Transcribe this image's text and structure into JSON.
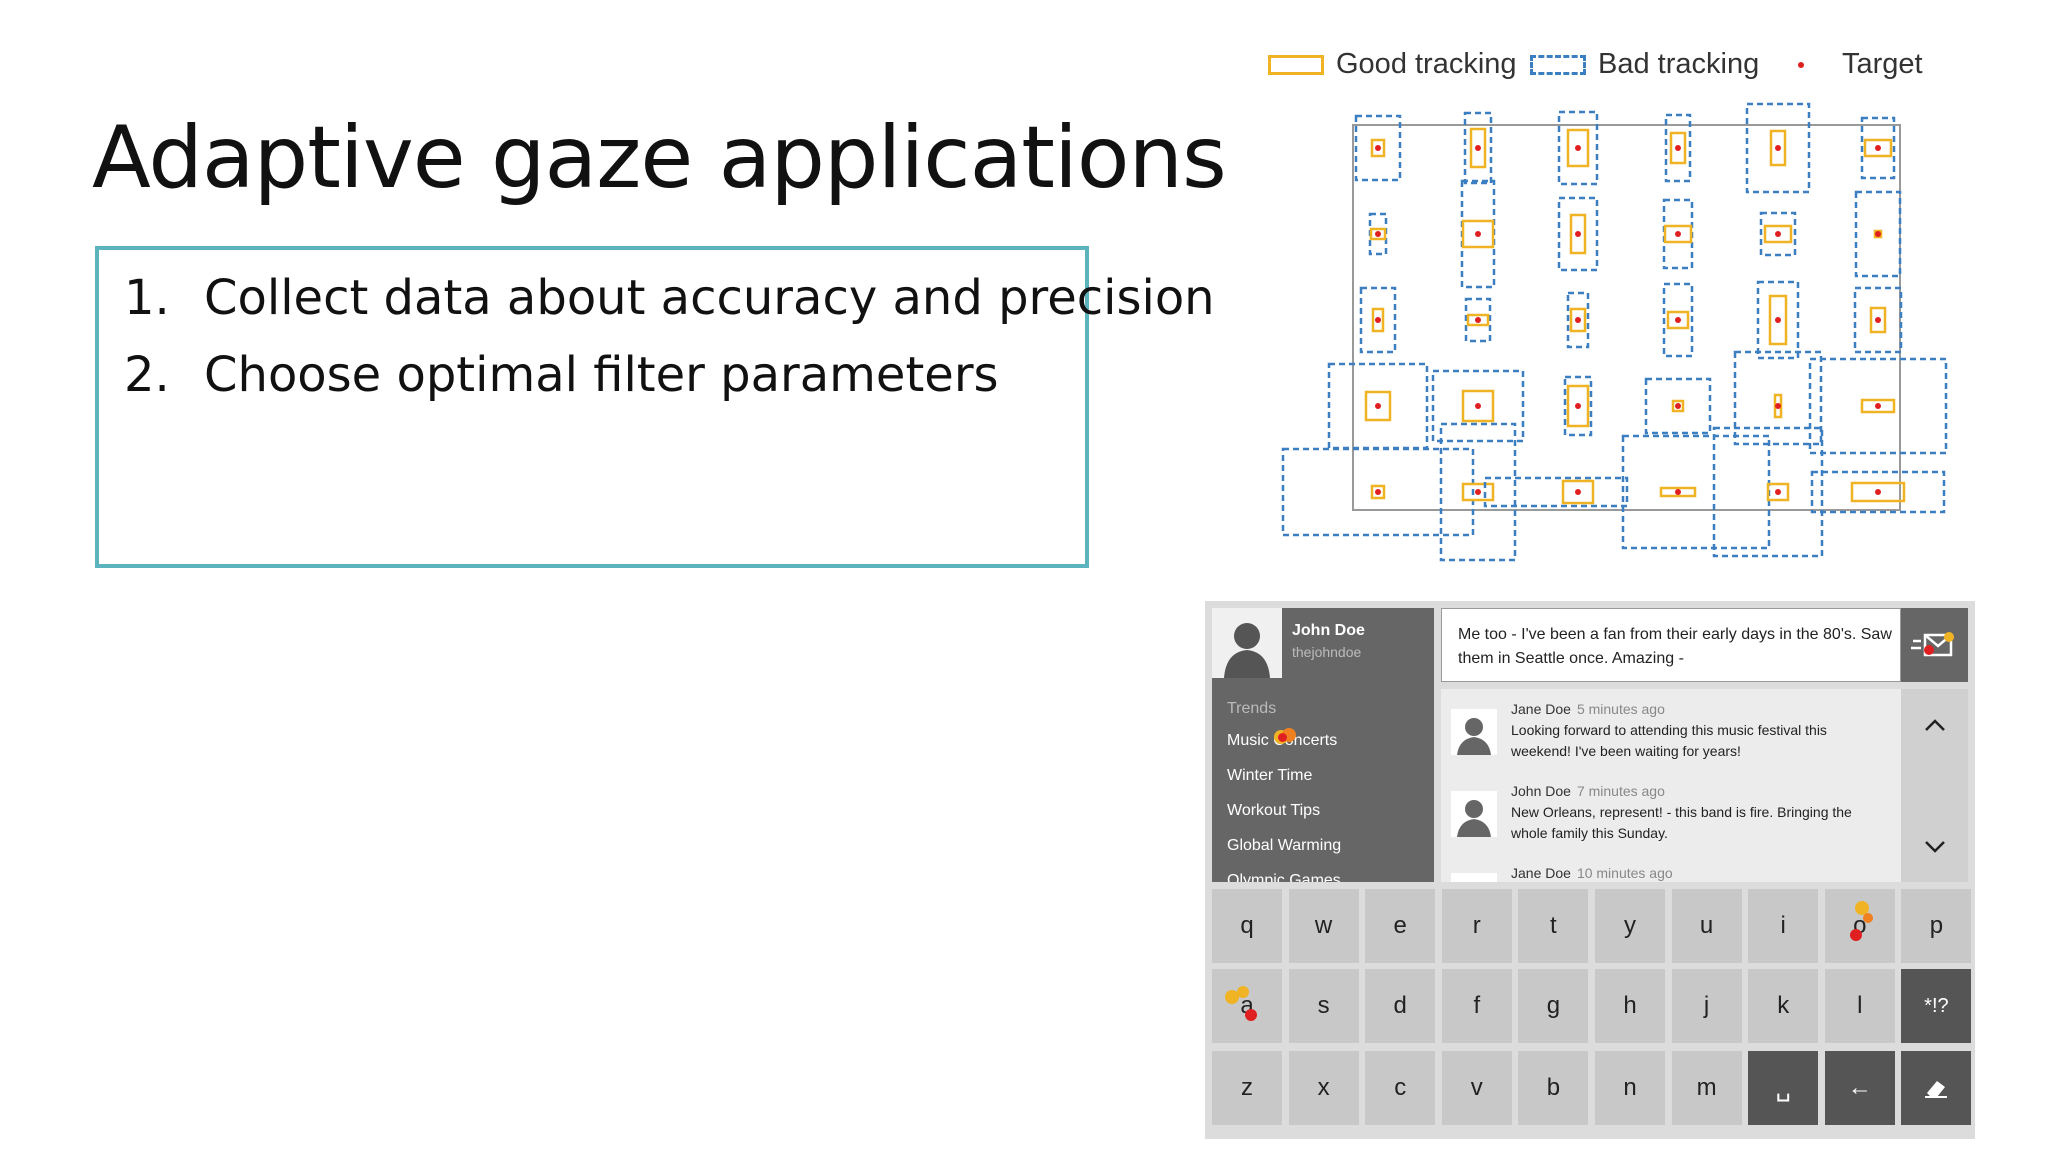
{
  "slide": {
    "title": "Adaptive gaze applications",
    "bullets": [
      {
        "num": "1.",
        "text": "Collect data about accuracy and precision"
      },
      {
        "num": "2.",
        "text": "Choose optimal filter parameters"
      }
    ]
  },
  "tracking_figure": {
    "legend": {
      "good": "Good tracking",
      "bad": "Bad tracking",
      "target": "Target"
    },
    "colors": {
      "good": "#f0b323",
      "bad": "#3c7fc1",
      "target": "#e02020",
      "frame": "#999999"
    }
  },
  "device_ui": {
    "profile": {
      "name": "John Doe",
      "handle": "thejohndoe"
    },
    "trends_label": "Trends",
    "trends": [
      "Music Concerts",
      "Winter Time",
      "Workout Tips",
      "Global Warming",
      "Olympic Games"
    ],
    "compose_text": "Me too - I've been a fan from their early days in the 80's. Saw them in Seattle once. Amazing -",
    "posts": [
      {
        "author": "Jane Doe",
        "time": "5 minutes ago",
        "text": "Looking forward to attending this music festival this weekend! I've been waiting for years!"
      },
      {
        "author": "John Doe",
        "time": "7 minutes ago",
        "text": "New Orleans, represent! - this band is fire. Bringing the whole family this Sunday."
      },
      {
        "author": "Jane Doe",
        "time": "10 minutes ago",
        "text": ""
      }
    ],
    "keyboard": {
      "row1": [
        "q",
        "w",
        "e",
        "r",
        "t",
        "y",
        "u",
        "i",
        "o",
        "p"
      ],
      "row2": [
        "a",
        "s",
        "d",
        "f",
        "g",
        "h",
        "j",
        "k",
        "l",
        "*!?"
      ],
      "row3": [
        "z",
        "x",
        "c",
        "v",
        "b",
        "n",
        "m",
        "␣",
        "←",
        ""
      ]
    },
    "icons": {
      "send": "send-icon",
      "up": "chevron-up-icon",
      "down": "chevron-down-icon",
      "erase": "eraser-icon"
    }
  }
}
